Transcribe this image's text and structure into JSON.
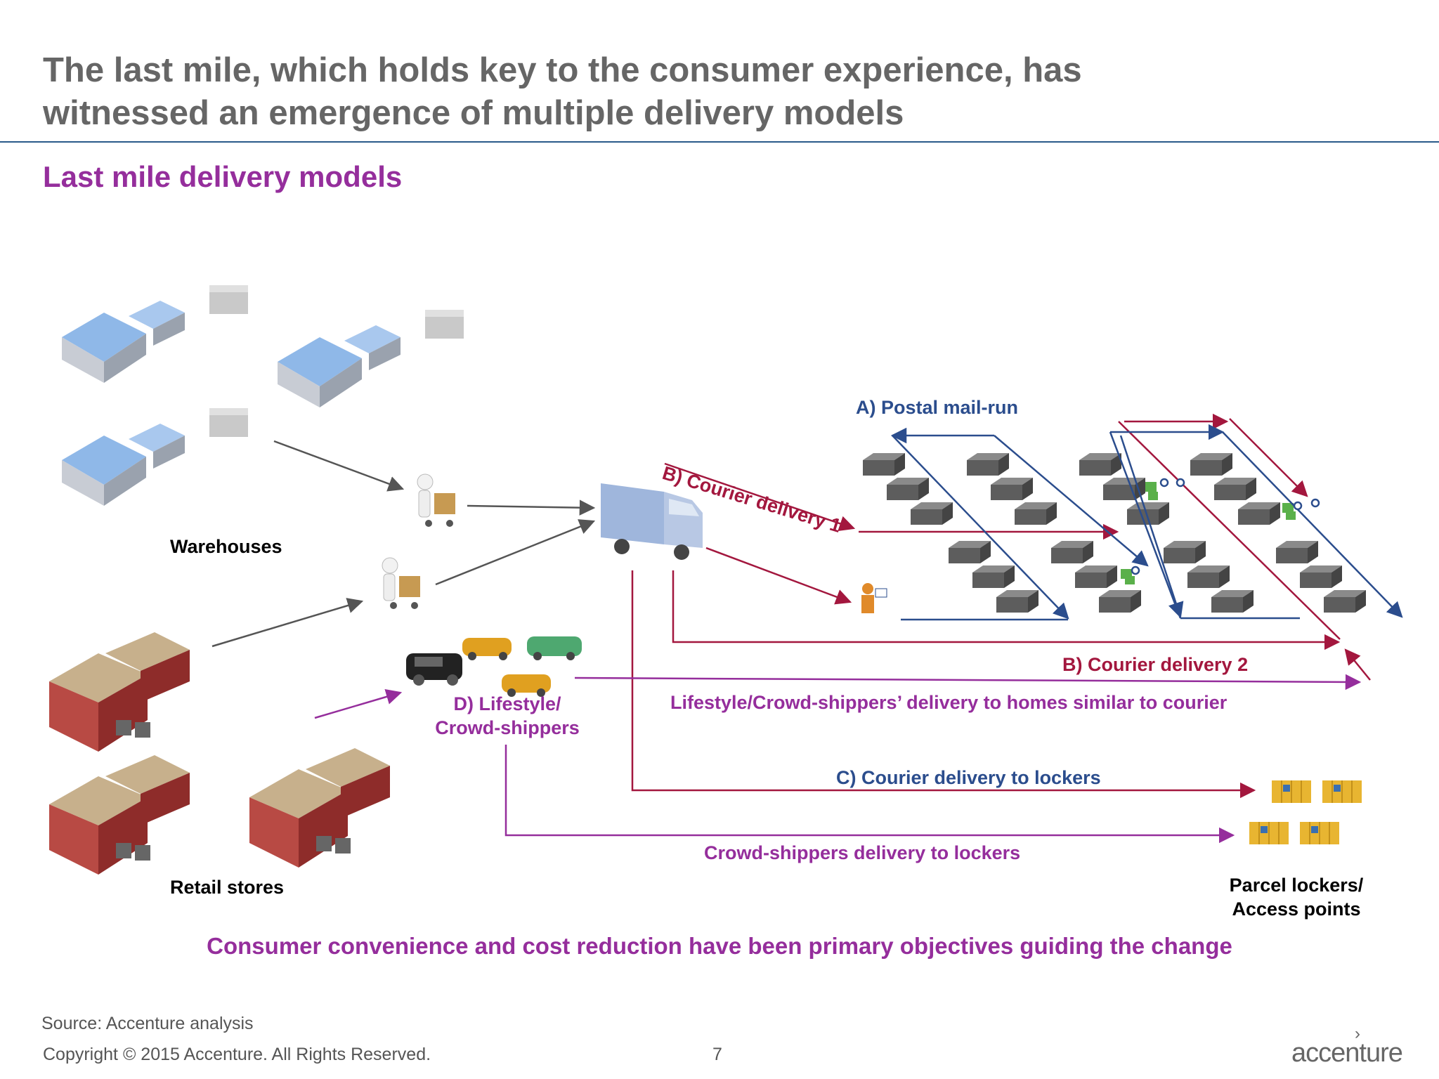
{
  "title": "The last mile, which holds key to the consumer experience, has witnessed an emergence of multiple delivery models",
  "subtitle": "Last mile delivery models",
  "labels": {
    "warehouses": "Warehouses",
    "retail_stores": "Retail stores",
    "postal": "A) Postal mail-run",
    "courier1": "B) Courier delivery 1",
    "courier2": "B) Courier delivery 2",
    "crowd_line1": "D) Lifestyle/",
    "crowd_line2": "Crowd-shippers",
    "crowd_homes": "Lifestyle/Crowd-shippers’ delivery to homes similar to courier",
    "courier_lockers": "C) Courier delivery to lockers",
    "crowd_lockers": "Crowd-shippers delivery to lockers",
    "lockers_line1": "Parcel lockers/",
    "lockers_line2": "Access points"
  },
  "footer_note": "Consumer convenience and cost reduction have been primary objectives guiding the change",
  "source": "Source: Accenture analysis",
  "copyright": "Copyright © 2015 Accenture. All Rights Reserved.",
  "page_number": "7",
  "logo": "accenture",
  "colors": {
    "title": "#666666",
    "accent_purple": "#952e9c",
    "courier_red": "#a3173e",
    "postal_blue": "#2b4d8d",
    "flow_gray": "#555555",
    "house_gray": "#666666"
  }
}
